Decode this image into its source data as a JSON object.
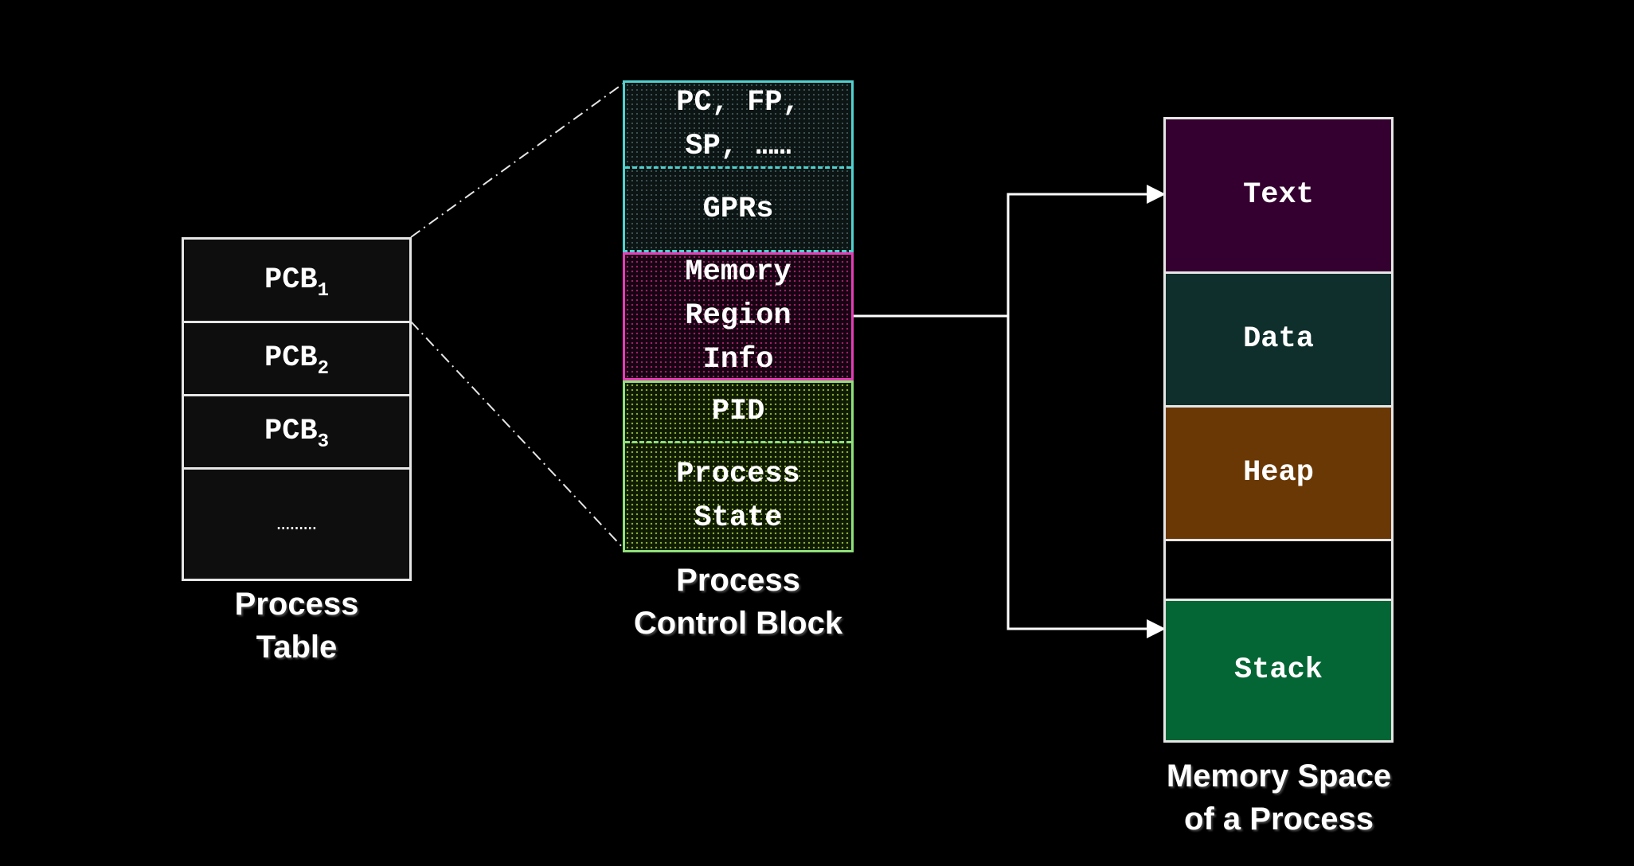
{
  "process_table": {
    "rows": [
      {
        "base": "PCB",
        "sub": "1"
      },
      {
        "base": "PCB",
        "sub": "2"
      },
      {
        "base": "PCB",
        "sub": "3"
      },
      {
        "base": "………",
        "sub": ""
      }
    ],
    "caption": "Process\nTable"
  },
  "pcb": {
    "sections": {
      "registers": "PC, FP,\nSP, ……",
      "gprs": "GPRs",
      "memory_region": "Memory\nRegion\nInfo",
      "pid": "PID",
      "process_state": "Process\nState"
    },
    "caption": "Process\nControl Block"
  },
  "memory_space": {
    "segments": {
      "text": "Text",
      "data": "Data",
      "heap": "Heap",
      "gap": "",
      "stack": "Stack"
    },
    "caption": "Memory Space\nof a Process"
  },
  "colors": {
    "background": "#000000",
    "border": "#e6e6e6",
    "pcb_cyan": "#4fd1cf",
    "pcb_magenta": "#e63cb8",
    "pcb_green": "#8fe07a",
    "text_segment": "#34002f",
    "data_segment": "#0f2f2c",
    "heap_segment": "#6a3804",
    "stack_segment": "#046634"
  }
}
